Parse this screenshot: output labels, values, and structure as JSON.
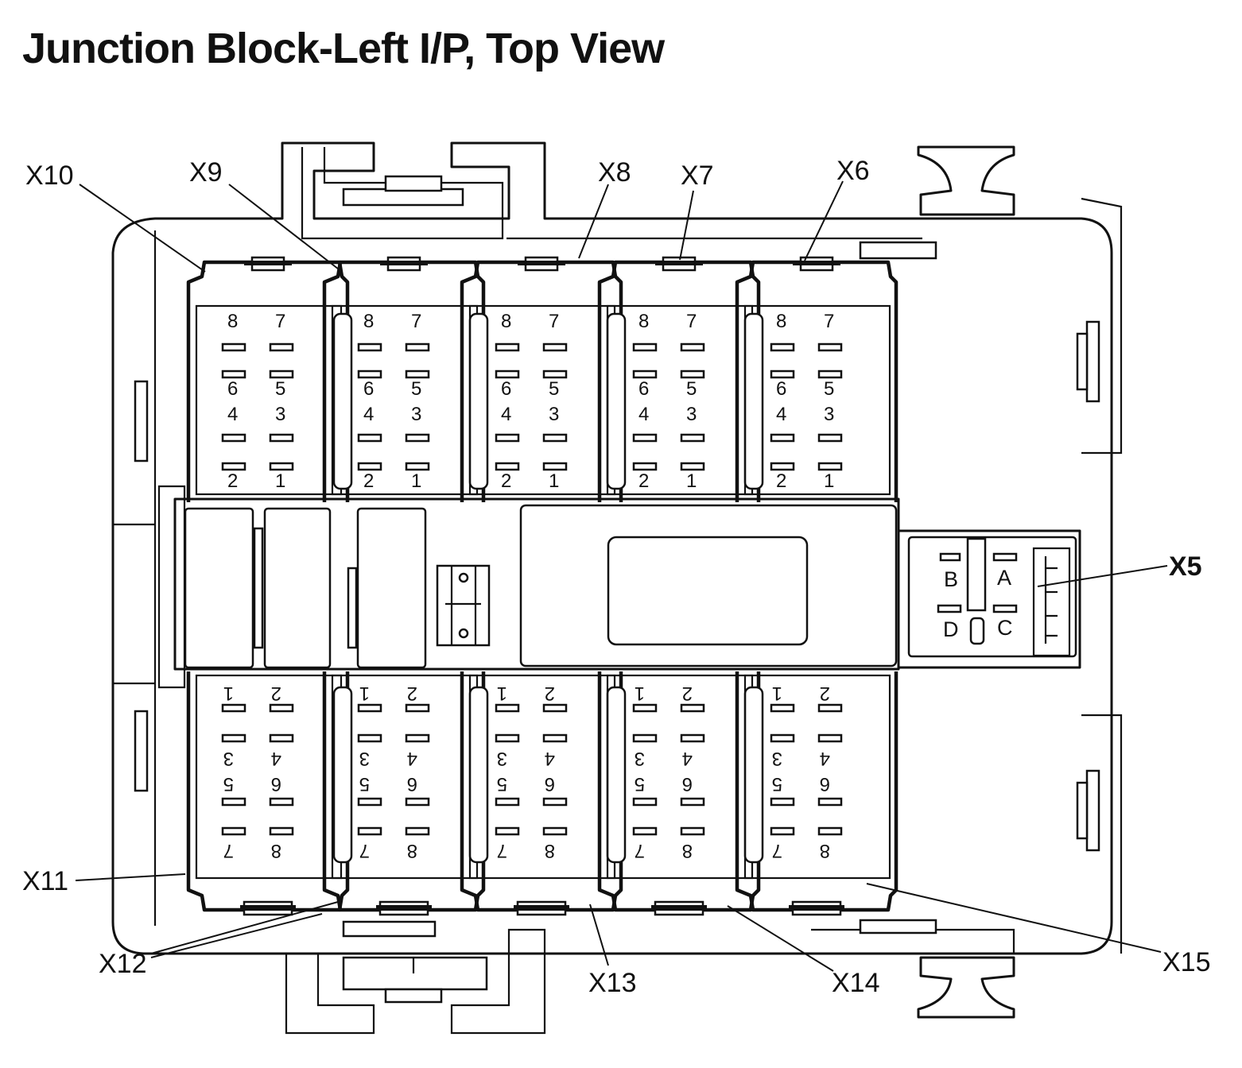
{
  "title": "Junction Block-Left I/P, Top View",
  "top_connectors": [
    {
      "label": "X10",
      "pins": [
        "8",
        "7",
        "6",
        "5",
        "4",
        "3",
        "2",
        "1"
      ]
    },
    {
      "label": "X9",
      "pins": [
        "8",
        "7",
        "6",
        "5",
        "4",
        "3",
        "2",
        "1"
      ]
    },
    {
      "label": "X8",
      "pins": [
        "8",
        "7",
        "6",
        "5",
        "4",
        "3",
        "2",
        "1"
      ]
    },
    {
      "label": "X7",
      "pins": [
        "8",
        "7",
        "6",
        "5",
        "4",
        "3",
        "2",
        "1"
      ]
    },
    {
      "label": "X6",
      "pins": [
        "8",
        "7",
        "6",
        "5",
        "4",
        "3",
        "2",
        "1"
      ]
    }
  ],
  "bottom_connectors": [
    {
      "label": "X11",
      "pins": [
        "1",
        "2",
        "3",
        "4",
        "5",
        "6",
        "7",
        "8"
      ]
    },
    {
      "label": "X12",
      "pins": [
        "1",
        "2",
        "3",
        "4",
        "5",
        "6",
        "7",
        "8"
      ]
    },
    {
      "label": "X13",
      "pins": [
        "1",
        "2",
        "3",
        "4",
        "5",
        "6",
        "7",
        "8"
      ]
    },
    {
      "label": "X14",
      "pins": [
        "1",
        "2",
        "3",
        "4",
        "5",
        "6",
        "7",
        "8"
      ]
    },
    {
      "label": "X15",
      "pins": [
        "1",
        "2",
        "3",
        "4",
        "5",
        "6",
        "7",
        "8"
      ]
    }
  ],
  "side_connector": {
    "label": "X5",
    "pins": [
      "B",
      "A",
      "D",
      "C"
    ]
  }
}
